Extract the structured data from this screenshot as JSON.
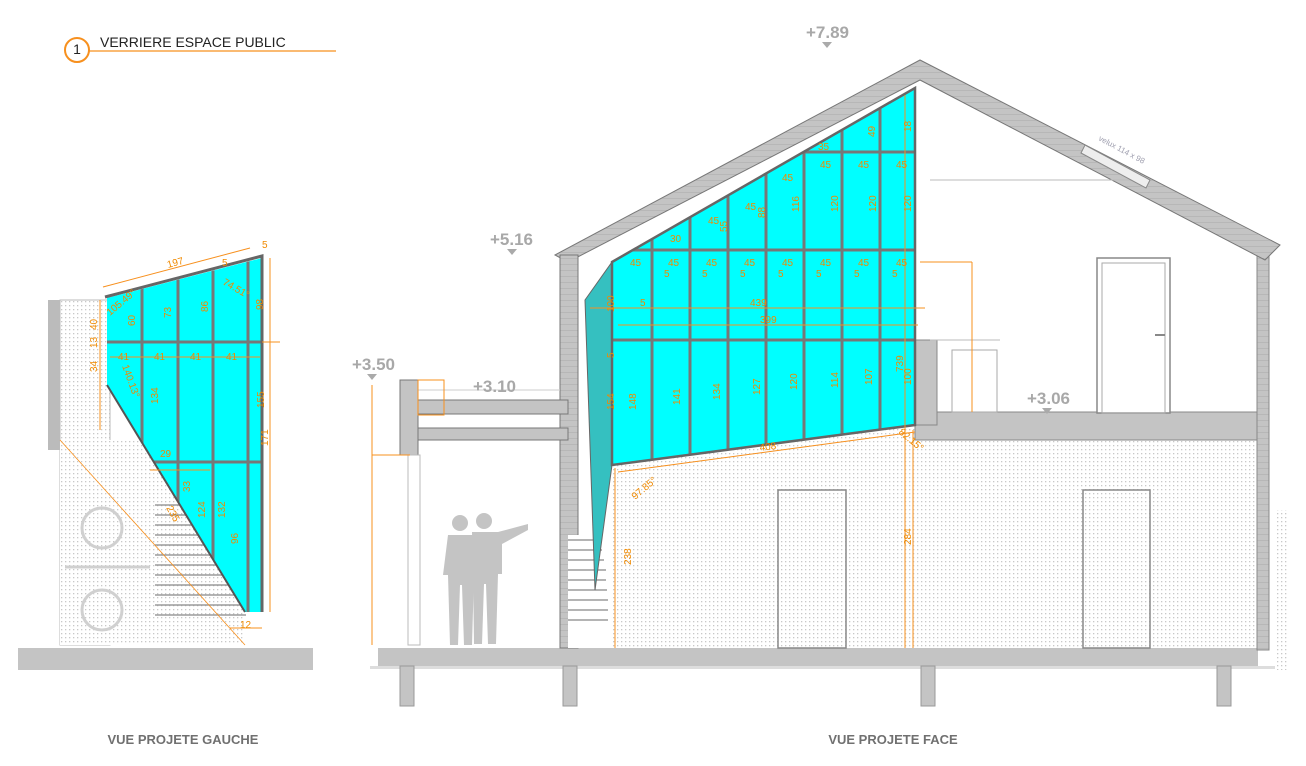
{
  "title": {
    "number": "1",
    "label": "VERRIERE ESPACE PUBLIC"
  },
  "views": {
    "left_caption": "VUE PROJETE GAUCHE",
    "front_caption": "VUE PROJETE FACE"
  },
  "levels": {
    "ridge": "+7.89",
    "eave": "+5.16",
    "terrace": "+3.50",
    "walkway": "+3.10",
    "floor": "+3.06"
  },
  "note": "velux 114 x 98",
  "colors": {
    "glass": "#00ffff",
    "dimension": "#f7901e",
    "structure": "#c0c0c0"
  },
  "left_dims": {
    "top_length": "197",
    "top_offset": "5",
    "corner": "5",
    "angle_top": "74.51°",
    "angle_left": "105.49°",
    "h1": "60",
    "h2": "73",
    "h3": "86",
    "right_upper": "98",
    "w1": "41",
    "w2": "41",
    "w3": "41",
    "w4": "41",
    "left_a": "40",
    "left_b": "13",
    "left_c": "34",
    "angle_mid": "140.13°",
    "h_mid": "134",
    "right_mid": "155",
    "right_total": "171",
    "w_low": "29",
    "l1": "33",
    "l2": "124",
    "l3": "132",
    "l4": "96",
    "diag": "235",
    "bottom": "12"
  },
  "front_dims": {
    "top_widths": [
      "45",
      "45",
      "45",
      "45",
      "45",
      "45",
      "45",
      "45"
    ],
    "offsets": [
      "5",
      "5",
      "5",
      "5",
      "5",
      "5",
      "5"
    ],
    "upper_widths": [
      "45",
      "45",
      "45",
      "45",
      "45",
      "45"
    ],
    "small": [
      "35",
      "30",
      "49"
    ],
    "upper_heights": [
      "55",
      "88",
      "116",
      "120",
      "120",
      "120",
      "18"
    ],
    "left_height": "100",
    "total_width": "439",
    "inner_width": "399",
    "left_offset": "5",
    "lower_heights": [
      "148",
      "141",
      "134",
      "127",
      "120",
      "114",
      "107",
      "100"
    ],
    "left_low": "154",
    "left_gap": "5",
    "right_total": "739",
    "bottom_width": "408",
    "angle_bottom": "97.85°",
    "angle_right": "82.15°",
    "wall_left": "238",
    "wall_right": "284"
  }
}
